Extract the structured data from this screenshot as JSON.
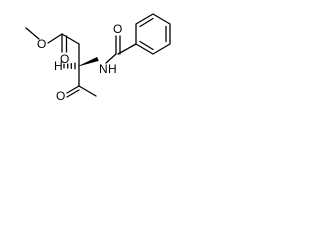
{
  "atom_labels": {
    "ester_methyl_oxygen": "O",
    "ester_carbonyl_oxygen": "O",
    "stereo_hydrogen": "H",
    "amide_nitrogen": "N",
    "amide_hydrogen": "H",
    "amide_carbonyl_oxygen": "O",
    "ketone_oxygen": "O"
  },
  "colors": {
    "bond": "#000000",
    "label": "#000000",
    "background": "#ffffff"
  }
}
